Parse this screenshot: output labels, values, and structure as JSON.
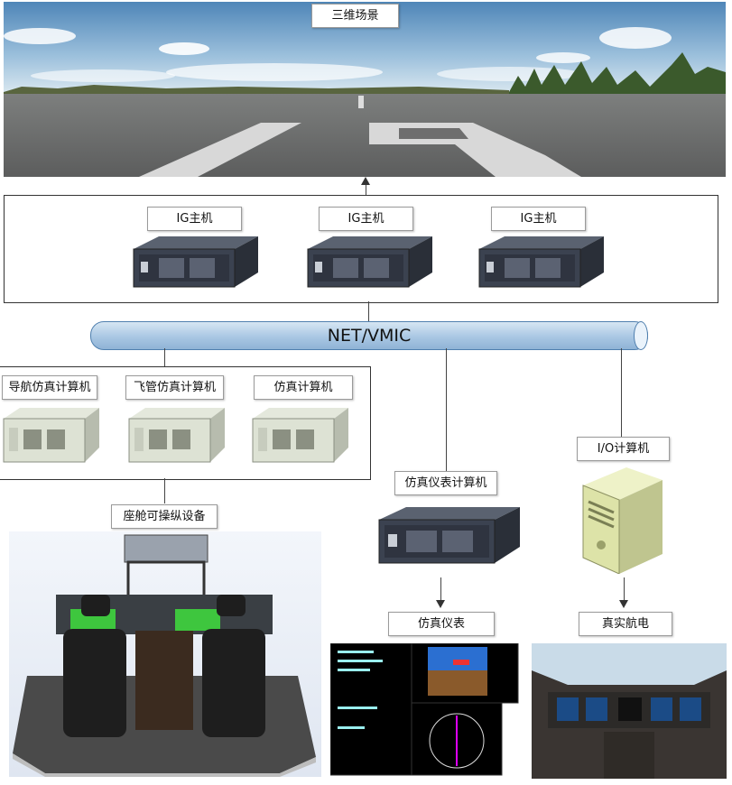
{
  "scene": {
    "title": "三维场景"
  },
  "ig_hosts": [
    "IG主机",
    "IG主机",
    "IG主机"
  ],
  "network": {
    "label": "NET/VMIC"
  },
  "sim_computers": [
    "导航仿真计算机",
    "飞管仿真计算机",
    "仿真计算机"
  ],
  "instrument_computer": {
    "label": "仿真仪表计算机"
  },
  "io_computer": {
    "label": "I/O计算机"
  },
  "cockpit": {
    "label": "座舱可操纵设备"
  },
  "instruments": {
    "label": "仿真仪表"
  },
  "avionics": {
    "label": "真实航电"
  },
  "colors": {
    "pipe": "#a9c7e3",
    "sky": "#6f9fc8",
    "runway": "#6a6a6a"
  }
}
